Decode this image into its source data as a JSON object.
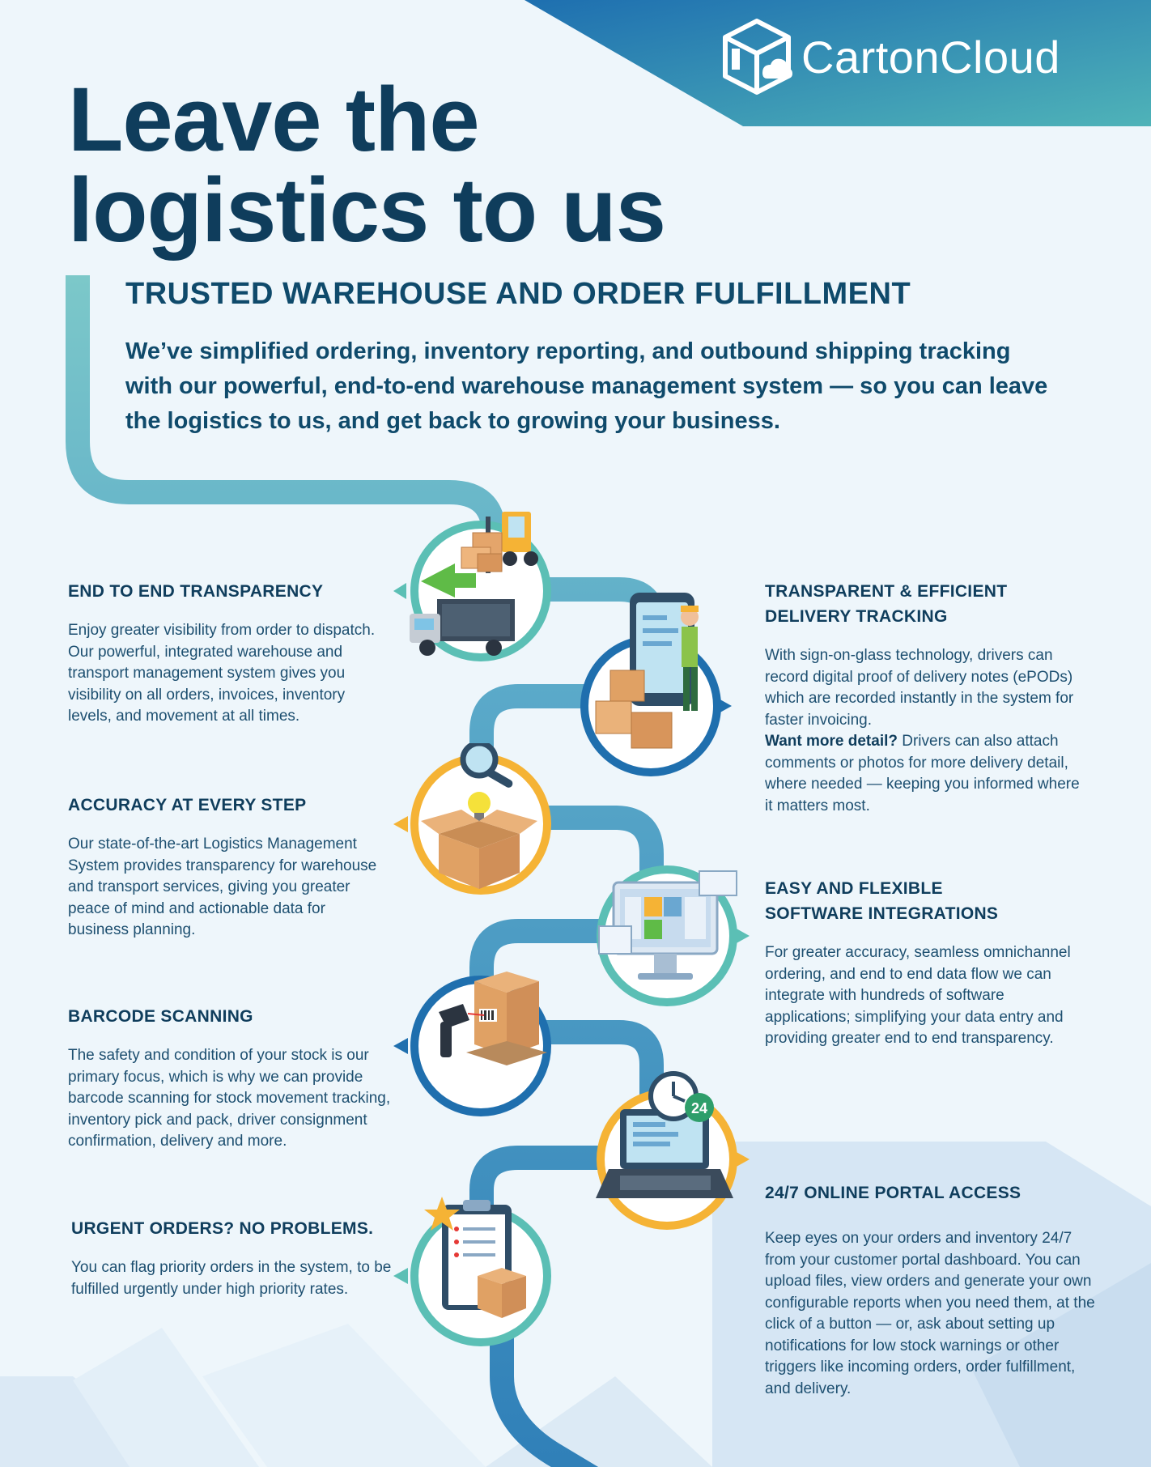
{
  "brand": {
    "name": "CartonCloud"
  },
  "header": {
    "title_line1": "Leave the",
    "title_line2": "logistics to us",
    "subtitle": "TRUSTED WAREHOUSE AND ORDER FULFILLMENT",
    "lead": "We’ve simplified ordering, inventory reporting, and outbound shipping tracking with our powerful, end-to-end warehouse management system — so you can leave the logistics to us, and get back to growing your business."
  },
  "features": [
    {
      "title": "END TO END TRANSPARENCY",
      "body": "Enjoy greater visibility from order to dispatch. Our powerful, integrated warehouse and transport management system gives you visibility on all orders, invoices, inventory levels, and movement at all times."
    },
    {
      "title_line1": "TRANSPARENT & EFFICIENT",
      "title_line2": "DELIVERY TRACKING",
      "body": "With sign-on-glass technology, drivers can record digital proof of delivery notes (ePODs) which are recorded instantly in the system for faster invoicing.",
      "emphasis": "Want more detail?",
      "body_2": " Drivers can also attach comments or photos for more delivery detail, where needed — keeping you informed where it matters most."
    },
    {
      "title": "ACCURACY AT EVERY STEP",
      "body": "Our state-of-the-art Logistics Management System provides transparency for warehouse and transport services, giving you greater peace of mind and actionable data for business planning."
    },
    {
      "title_line1": "EASY AND FLEXIBLE",
      "title_line2": "SOFTWARE INTEGRATIONS",
      "body": "For greater accuracy, seamless omnichannel ordering, and end to end data flow we can integrate with hundreds of software applications; simplifying your data entry and providing greater end to end transparency."
    },
    {
      "title": "BARCODE SCANNING",
      "body": "The safety and condition of your stock is our primary focus, which is why we can provide barcode scanning for stock movement tracking, inventory pick and pack, driver consignment confirmation, delivery and more."
    },
    {
      "title": "24/7 ONLINE PORTAL ACCESS",
      "body": "Keep eyes on your orders and inventory 24/7 from your customer portal dashboard. You can upload files, view orders and generate your own configurable reports when you need them, at the click of a button — or, ask about setting up notifications for low stock warnings or other triggers like incoming orders, order fulfillment, and delivery."
    },
    {
      "title": "URGENT ORDERS? NO PROBLEMS.",
      "body": "You can flag priority orders in the system, to be fulfilled urgently under high priority rates."
    }
  ],
  "icons": {
    "step1": "forklift-truck-icon",
    "step2": "delivery-tablet-icon",
    "step3": "magnifier-box-icon",
    "step4": "monitor-dashboard-icon",
    "step5": "barcode-scanner-icon",
    "step6": "laptop-clock-icon",
    "step7": "priority-clipboard-icon",
    "badge_24": "24"
  },
  "colors": {
    "navy": "#0f3d5c",
    "teal": "#5bbfb5",
    "blue": "#1f6fae",
    "amber": "#f5b335",
    "path_start": "#7cc8c9",
    "path_end": "#2f7fb8",
    "header_band_start": "#1e6fb0",
    "header_band_end": "#4fb3b8",
    "panel": "#d6e6f4"
  }
}
